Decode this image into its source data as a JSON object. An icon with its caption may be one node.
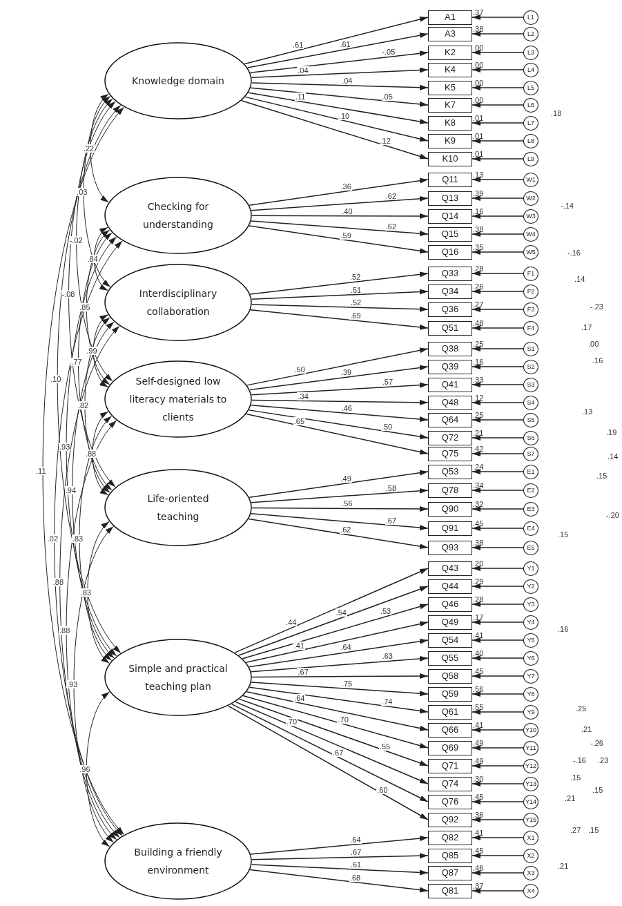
{
  "diagram": {
    "nodes": [
      {
        "text": [
          "Knowledge domain"
        ]
      },
      {
        "text": [
          "Checking for understanding"
        ]
      },
      {
        "text": [
          "Interdisciplinary collaboration"
        ]
      },
      {
        "text": [
          "Self-designed low literacy materials to clients"
        ]
      },
      {
        "text": [
          "Life-oriented teaching"
        ]
      },
      {
        "text": [
          "Simple and practical teaching plan"
        ]
      },
      {
        "text": [
          "Building a friendly environment"
        ]
      },
      {
        "text": [
          "A1"
        ],
        "beside": [
          ".37"
        ]
      },
      {
        "text": [
          "A3"
        ],
        "beside": [
          ".38"
        ]
      },
      {
        "text": [
          "K2"
        ],
        "beside": [
          ".00"
        ]
      },
      {
        "text": [
          "K4"
        ],
        "beside": [
          ".00"
        ]
      },
      {
        "text": [
          "K5"
        ],
        "beside": [
          ".00"
        ]
      },
      {
        "text": [
          "K7"
        ],
        "beside": [
          ".00"
        ]
      },
      {
        "text": [
          "K8"
        ],
        "beside": [
          ".01"
        ]
      },
      {
        "text": [
          "K9"
        ],
        "beside": [
          ".01"
        ]
      },
      {
        "text": [
          "K10"
        ],
        "beside": [
          ".01"
        ]
      },
      {
        "text": [
          "Q11"
        ],
        "beside": [
          ".13"
        ]
      },
      {
        "text": [
          "Q13"
        ],
        "beside": [
          ".39"
        ]
      },
      {
        "text": [
          "Q14"
        ],
        "beside": [
          ".16"
        ]
      },
      {
        "text": [
          "Q15"
        ],
        "beside": [
          ".38"
        ]
      },
      {
        "text": [
          "Q16"
        ],
        "beside": [
          ".35"
        ]
      },
      {
        "text": [
          "Q33"
        ],
        "beside": [
          ".28"
        ]
      },
      {
        "text": [
          "Q34"
        ],
        "beside": [
          ".26"
        ]
      },
      {
        "text": [
          "Q36"
        ],
        "beside": [
          ".27"
        ]
      },
      {
        "text": [
          "Q51"
        ],
        "beside": [
          ".48"
        ]
      },
      {
        "text": [
          "Q38"
        ],
        "beside": [
          ".25"
        ]
      },
      {
        "text": [
          "Q39"
        ],
        "beside": [
          ".16"
        ]
      },
      {
        "text": [
          "Q41"
        ],
        "beside": [
          ".33"
        ]
      },
      {
        "text": [
          "Q48"
        ],
        "beside": [
          ".12"
        ]
      },
      {
        "text": [
          "Q64"
        ],
        "beside": [
          ".25"
        ]
      },
      {
        "text": [
          "Q72"
        ],
        "beside": [
          ".21"
        ]
      },
      {
        "text": [
          "Q75"
        ],
        "beside": [
          ".42"
        ]
      },
      {
        "text": [
          "Q53"
        ],
        "beside": [
          ".24"
        ]
      },
      {
        "text": [
          "Q78"
        ],
        "beside": [
          ".34"
        ]
      },
      {
        "text": [
          "Q90"
        ],
        "beside": [
          ".32"
        ]
      },
      {
        "text": [
          "Q91"
        ],
        "beside": [
          ".45"
        ]
      },
      {
        "text": [
          "Q93"
        ],
        "beside": [
          ".38"
        ]
      },
      {
        "text": [
          "Q43"
        ],
        "beside": [
          ".20"
        ]
      },
      {
        "text": [
          "Q44"
        ],
        "beside": [
          ".29"
        ]
      },
      {
        "text": [
          "Q46"
        ],
        "beside": [
          ".28"
        ]
      },
      {
        "text": [
          "Q49"
        ],
        "beside": [
          ".17"
        ]
      },
      {
        "text": [
          "Q54"
        ],
        "beside": [
          ".41"
        ]
      },
      {
        "text": [
          "Q55"
        ],
        "beside": [
          ".40"
        ]
      },
      {
        "text": [
          "Q58"
        ],
        "beside": [
          ".45"
        ]
      },
      {
        "text": [
          "Q59"
        ],
        "beside": [
          ".56"
        ]
      },
      {
        "text": [
          "Q61"
        ],
        "beside": [
          ".55"
        ]
      },
      {
        "text": [
          "Q66"
        ],
        "beside": [
          ".41"
        ]
      },
      {
        "text": [
          "Q69"
        ],
        "beside": [
          ".49"
        ]
      },
      {
        "text": [
          "Q71"
        ],
        "beside": [
          ".49"
        ]
      },
      {
        "text": [
          "Q74"
        ],
        "beside": [
          ".30"
        ]
      },
      {
        "text": [
          "Q76"
        ],
        "beside": [
          ".45"
        ]
      },
      {
        "text": [
          "Q92"
        ],
        "beside": [
          ".36"
        ]
      },
      {
        "text": [
          "Q82"
        ],
        "beside": [
          ".41"
        ]
      },
      {
        "text": [
          "Q85"
        ],
        "beside": [
          ".45"
        ]
      },
      {
        "text": [
          "Q87"
        ],
        "beside": [
          ".46"
        ]
      },
      {
        "text": [
          "Q81"
        ],
        "beside": [
          ".37"
        ]
      },
      {
        "text": [
          "L1"
        ]
      },
      {
        "text": [
          "L2"
        ]
      },
      {
        "text": [
          "L3"
        ]
      },
      {
        "text": [
          "L4"
        ]
      },
      {
        "text": [
          "L5"
        ]
      },
      {
        "text": [
          "L6"
        ]
      },
      {
        "text": [
          "L7"
        ]
      },
      {
        "text": [
          "L8"
        ]
      },
      {
        "text": [
          "L9"
        ]
      },
      {
        "text": [
          "W1"
        ]
      },
      {
        "text": [
          "W2"
        ]
      },
      {
        "text": [
          "W3"
        ]
      },
      {
        "text": [
          "W4"
        ]
      },
      {
        "text": [
          "W5"
        ]
      },
      {
        "text": [
          "F1"
        ]
      },
      {
        "text": [
          "F2"
        ]
      },
      {
        "text": [
          "F3"
        ]
      },
      {
        "text": [
          "F4"
        ]
      },
      {
        "text": [
          "S1"
        ]
      },
      {
        "text": [
          "S2"
        ]
      },
      {
        "text": [
          "S3"
        ]
      },
      {
        "text": [
          "S4"
        ]
      },
      {
        "text": [
          "S5"
        ]
      },
      {
        "text": [
          "S6"
        ]
      },
      {
        "text": [
          "S7"
        ]
      },
      {
        "text": [
          "E1"
        ]
      },
      {
        "text": [
          "E2"
        ]
      },
      {
        "text": [
          "E3"
        ]
      },
      {
        "text": [
          "E4"
        ]
      },
      {
        "text": [
          "E5"
        ]
      },
      {
        "text": [
          "Y1"
        ]
      },
      {
        "text": [
          "Y2"
        ]
      },
      {
        "text": [
          "Y3"
        ]
      },
      {
        "text": [
          "Y4"
        ]
      },
      {
        "text": [
          "Y5"
        ]
      },
      {
        "text": [
          "Y6"
        ]
      },
      {
        "text": [
          "Y7"
        ]
      },
      {
        "text": [
          "Y8"
        ]
      },
      {
        "text": [
          "Y9"
        ]
      },
      {
        "text": [
          "Y10"
        ]
      },
      {
        "text": [
          "Y11"
        ]
      },
      {
        "text": [
          "Y12"
        ]
      },
      {
        "text": [
          "Y13"
        ]
      },
      {
        "text": [
          "Y14"
        ]
      },
      {
        "text": [
          "Y15"
        ]
      },
      {
        "text": [
          "X1"
        ]
      },
      {
        "text": [
          "X2"
        ]
      },
      {
        "text": [
          "X3"
        ]
      },
      {
        "text": [
          "X4"
        ]
      }
    ],
    "edges": [
      {
        "from": 0,
        "to": 7,
        "arrow": "to",
        "label": ".61"
      },
      {
        "from": 0,
        "to": 8,
        "arrow": "to",
        "label": ".61"
      },
      {
        "from": 0,
        "to": 9,
        "arrow": "to",
        "label": "-.05"
      },
      {
        "from": 0,
        "to": 10,
        "arrow": "to",
        "label": ".04"
      },
      {
        "from": 0,
        "to": 11,
        "arrow": "to",
        "label": ".04"
      },
      {
        "from": 0,
        "to": 12,
        "arrow": "to",
        "label": ".05"
      },
      {
        "from": 0,
        "to": 13,
        "arrow": "to",
        "label": ".11"
      },
      {
        "from": 0,
        "to": 14,
        "arrow": "to",
        "label": ".10"
      },
      {
        "from": 0,
        "to": 15,
        "arrow": "to",
        "label": ".12"
      },
      {
        "from": 1,
        "to": 16,
        "arrow": "to",
        "label": ".36"
      },
      {
        "from": 1,
        "to": 17,
        "arrow": "to",
        "label": ".62"
      },
      {
        "from": 1,
        "to": 18,
        "arrow": "to",
        "label": ".40"
      },
      {
        "from": 1,
        "to": 19,
        "arrow": "to",
        "label": ".62"
      },
      {
        "from": 1,
        "to": 20,
        "arrow": "to",
        "label": ".59"
      },
      {
        "from": 2,
        "to": 21,
        "arrow": "to",
        "label": ".52"
      },
      {
        "from": 2,
        "to": 22,
        "arrow": "to",
        "label": ".51"
      },
      {
        "from": 2,
        "to": 23,
        "arrow": "to",
        "label": ".52"
      },
      {
        "from": 2,
        "to": 24,
        "arrow": "to",
        "label": ".69"
      },
      {
        "from": 3,
        "to": 25,
        "arrow": "to",
        "label": ".50"
      },
      {
        "from": 3,
        "to": 26,
        "arrow": "to",
        "label": ".39"
      },
      {
        "from": 3,
        "to": 27,
        "arrow": "to",
        "label": ".57"
      },
      {
        "from": 3,
        "to": 28,
        "arrow": "to",
        "label": ".34"
      },
      {
        "from": 3,
        "to": 29,
        "arrow": "to",
        "label": ".46"
      },
      {
        "from": 3,
        "to": 30,
        "arrow": "to",
        "label": ".50"
      },
      {
        "from": 3,
        "to": 31,
        "arrow": "to",
        "label": ".65"
      },
      {
        "from": 4,
        "to": 32,
        "arrow": "to",
        "label": ".49"
      },
      {
        "from": 4,
        "to": 33,
        "arrow": "to",
        "label": ".58"
      },
      {
        "from": 4,
        "to": 34,
        "arrow": "to",
        "label": ".56"
      },
      {
        "from": 4,
        "to": 35,
        "arrow": "to",
        "label": ".67"
      },
      {
        "from": 4,
        "to": 36,
        "arrow": "to",
        "label": ".62"
      },
      {
        "from": 5,
        "to": 37,
        "arrow": "to",
        "label": ".44"
      },
      {
        "from": 5,
        "to": 38,
        "arrow": "to",
        "label": ".54"
      },
      {
        "from": 5,
        "to": 39,
        "arrow": "to",
        "label": ".53"
      },
      {
        "from": 5,
        "to": 40,
        "arrow": "to",
        "label": ".41"
      },
      {
        "from": 5,
        "to": 41,
        "arrow": "to",
        "label": ".64"
      },
      {
        "from": 5,
        "to": 42,
        "arrow": "to",
        "label": ".63"
      },
      {
        "from": 5,
        "to": 43,
        "arrow": "to",
        "label": ".67"
      },
      {
        "from": 5,
        "to": 44,
        "arrow": "to",
        "label": ".75"
      },
      {
        "from": 5,
        "to": 45,
        "arrow": "to",
        "label": ".74"
      },
      {
        "from": 5,
        "to": 46,
        "arrow": "to",
        "label": ".64"
      },
      {
        "from": 5,
        "to": 47,
        "arrow": "to",
        "label": ".70"
      },
      {
        "from": 5,
        "to": 48,
        "arrow": "to",
        "label": ".55"
      },
      {
        "from": 5,
        "to": 49,
        "arrow": "to",
        "label": ".70"
      },
      {
        "from": 5,
        "to": 50,
        "arrow": "to",
        "label": ".67"
      },
      {
        "from": 5,
        "to": 51,
        "arrow": "to",
        "label": ".60"
      },
      {
        "from": 6,
        "to": 52,
        "arrow": "to",
        "label": ".64"
      },
      {
        "from": 6,
        "to": 53,
        "arrow": "to",
        "label": ".67"
      },
      {
        "from": 6,
        "to": 54,
        "arrow": "to",
        "label": ".61"
      },
      {
        "from": 6,
        "to": 55,
        "arrow": "to",
        "label": ".68"
      },
      {
        "from": 56,
        "to": 7,
        "arrow": "to"
      },
      {
        "from": 57,
        "to": 8,
        "arrow": "to"
      },
      {
        "from": 58,
        "to": 9,
        "arrow": "to"
      },
      {
        "from": 59,
        "to": 10,
        "arrow": "to"
      },
      {
        "from": 60,
        "to": 11,
        "arrow": "to"
      },
      {
        "from": 61,
        "to": 12,
        "arrow": "to"
      },
      {
        "from": 62,
        "to": 13,
        "arrow": "to"
      },
      {
        "from": 63,
        "to": 14,
        "arrow": "to"
      },
      {
        "from": 64,
        "to": 15,
        "arrow": "to"
      },
      {
        "from": 65,
        "to": 16,
        "arrow": "to"
      },
      {
        "from": 66,
        "to": 17,
        "arrow": "to"
      },
      {
        "from": 67,
        "to": 18,
        "arrow": "to"
      },
      {
        "from": 68,
        "to": 19,
        "arrow": "to"
      },
      {
        "from": 69,
        "to": 20,
        "arrow": "to"
      },
      {
        "from": 70,
        "to": 21,
        "arrow": "to"
      },
      {
        "from": 71,
        "to": 22,
        "arrow": "to"
      },
      {
        "from": 72,
        "to": 23,
        "arrow": "to"
      },
      {
        "from": 73,
        "to": 24,
        "arrow": "to"
      },
      {
        "from": 74,
        "to": 25,
        "arrow": "to"
      },
      {
        "from": 75,
        "to": 26,
        "arrow": "to"
      },
      {
        "from": 76,
        "to": 27,
        "arrow": "to"
      },
      {
        "from": 77,
        "to": 28,
        "arrow": "to"
      },
      {
        "from": 78,
        "to": 29,
        "arrow": "to"
      },
      {
        "from": 79,
        "to": 30,
        "arrow": "to"
      },
      {
        "from": 80,
        "to": 31,
        "arrow": "to"
      },
      {
        "from": 81,
        "to": 32,
        "arrow": "to"
      },
      {
        "from": 82,
        "to": 33,
        "arrow": "to"
      },
      {
        "from": 83,
        "to": 34,
        "arrow": "to"
      },
      {
        "from": 84,
        "to": 35,
        "arrow": "to"
      },
      {
        "from": 85,
        "to": 36,
        "arrow": "to"
      },
      {
        "from": 86,
        "to": 37,
        "arrow": "to"
      },
      {
        "from": 87,
        "to": 38,
        "arrow": "to"
      },
      {
        "from": 88,
        "to": 39,
        "arrow": "to"
      },
      {
        "from": 89,
        "to": 40,
        "arrow": "to"
      },
      {
        "from": 90,
        "to": 41,
        "arrow": "to"
      },
      {
        "from": 91,
        "to": 42,
        "arrow": "to"
      },
      {
        "from": 92,
        "to": 43,
        "arrow": "to"
      },
      {
        "from": 93,
        "to": 44,
        "arrow": "to"
      },
      {
        "from": 94,
        "to": 45,
        "arrow": "to"
      },
      {
        "from": 95,
        "to": 46,
        "arrow": "to"
      },
      {
        "from": 96,
        "to": 47,
        "arrow": "to"
      },
      {
        "from": 97,
        "to": 48,
        "arrow": "to"
      },
      {
        "from": 98,
        "to": 49,
        "arrow": "to"
      },
      {
        "from": 99,
        "to": 50,
        "arrow": "to"
      },
      {
        "from": 100,
        "to": 51,
        "arrow": "to"
      },
      {
        "from": 101,
        "to": 52,
        "arrow": "to"
      },
      {
        "from": 102,
        "to": 53,
        "arrow": "to"
      },
      {
        "from": 103,
        "to": 54,
        "arrow": "to"
      },
      {
        "from": 104,
        "to": 55,
        "arrow": "to"
      },
      {
        "from": 0,
        "to": 1,
        "arrow": "both",
        "label": ".22"
      },
      {
        "from": 0,
        "to": 2,
        "arrow": "both",
        "label": ".03"
      },
      {
        "from": 0,
        "to": 3,
        "arrow": "both",
        "label": "-.02"
      },
      {
        "from": 0,
        "to": 4,
        "arrow": "both",
        "label": "-.08"
      },
      {
        "from": 0,
        "to": 5,
        "arrow": "both",
        "label": ".10"
      },
      {
        "from": 0,
        "to": 6,
        "arrow": "both",
        "label": ".11"
      },
      {
        "from": 1,
        "to": 2,
        "arrow": "both",
        "label": ".84"
      },
      {
        "from": 1,
        "to": 3,
        "arrow": "both",
        "label": ".85"
      },
      {
        "from": 1,
        "to": 4,
        "arrow": "both",
        "label": ".77"
      },
      {
        "from": 1,
        "to": 5,
        "arrow": "both",
        "label": ".93"
      },
      {
        "from": 1,
        "to": 6,
        "arrow": "both",
        "label": ".02"
      },
      {
        "from": 2,
        "to": 3,
        "arrow": "both",
        "label": ".99"
      },
      {
        "from": 2,
        "to": 4,
        "arrow": "both",
        "label": ".82"
      },
      {
        "from": 2,
        "to": 5,
        "arrow": "both",
        "label": ".94"
      },
      {
        "from": 2,
        "to": 6,
        "arrow": "both",
        "label": ".88"
      },
      {
        "from": 3,
        "to": 4,
        "arrow": "both",
        "label": ".88"
      },
      {
        "from": 3,
        "to": 5,
        "arrow": "both",
        "label": ".83"
      },
      {
        "from": 3,
        "to": 6,
        "arrow": "both",
        "label": ".88"
      },
      {
        "from": 4,
        "to": 5,
        "arrow": "both",
        "label": ".83"
      },
      {
        "from": 4,
        "to": 6,
        "arrow": "both",
        "label": ".93"
      },
      {
        "from": 5,
        "to": 6,
        "arrow": "both",
        "label": ".96"
      }
    ],
    "labels": [
      ".18",
      "-.14",
      "-.16",
      ".14",
      "-.23",
      ".17",
      ".00",
      ".16",
      ".13",
      ".19",
      ".14",
      ".15",
      "-.20",
      ".15",
      ".16",
      ".25",
      ".21",
      "-.26",
      ".23",
      "-.16",
      ".15",
      ".15",
      ".21",
      ".27",
      ".15",
      ".21"
    ]
  }
}
